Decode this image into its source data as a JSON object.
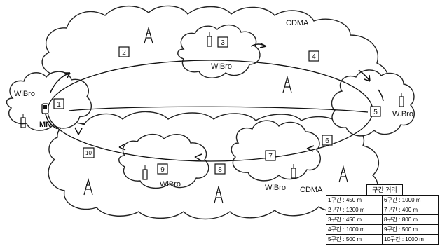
{
  "networks": {
    "cdma_top": "CDMA",
    "cdma_bottom": "CDMA",
    "wibro_top": "WiBro",
    "wibro_left": "WiBro",
    "wibro_right": "W.Bro",
    "wibro_bottom_left": "WiBro",
    "wibro_bottom_right": "WiBro"
  },
  "mobile_node": "MN",
  "segments": [
    "1",
    "2",
    "3",
    "4",
    "5",
    "6",
    "7",
    "8",
    "9",
    "10"
  ],
  "legend": {
    "title": "구간 거리",
    "rows": [
      [
        "1구간 : 450 m",
        "6구간 : 1000 m"
      ],
      [
        "2구간 : 1200 m",
        "7구간 : 400 m"
      ],
      [
        "3구간 : 450 m",
        "8구간 : 800 m"
      ],
      [
        "4구간 : 1000 m",
        "9구간 : 500 m"
      ],
      [
        "5구간 : 500 m",
        "10구간 : 1000 m"
      ]
    ]
  }
}
